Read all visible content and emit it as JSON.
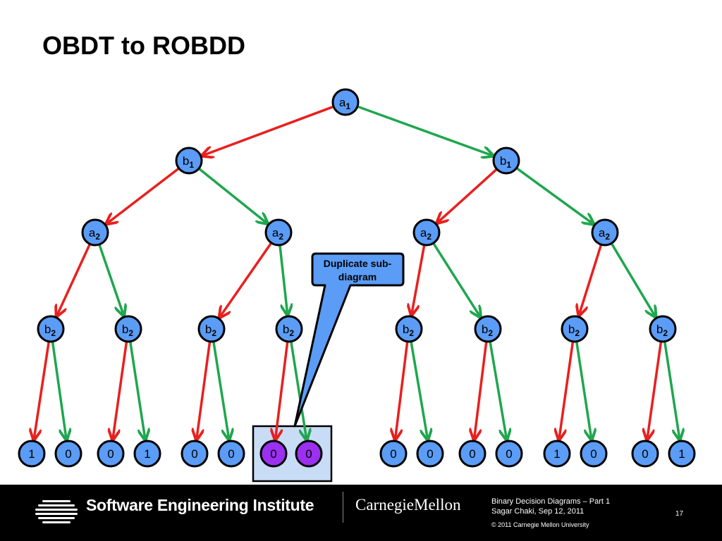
{
  "title": "OBDT to ROBDD",
  "colors": {
    "node_fill": "#5b9cf6",
    "duplicate_fill": "#9b30f0",
    "low_edge": "#e8201e",
    "high_edge": "#1fa64e",
    "callout_fill": "#5b9cf6",
    "highlight_fill": "#c9dcf6"
  },
  "tree": {
    "root": {
      "var": "a",
      "sub": "1"
    },
    "level1": [
      {
        "var": "b",
        "sub": "1"
      },
      {
        "var": "b",
        "sub": "1"
      }
    ],
    "level2": [
      {
        "var": "a",
        "sub": "2"
      },
      {
        "var": "a",
        "sub": "2"
      },
      {
        "var": "a",
        "sub": "2"
      },
      {
        "var": "a",
        "sub": "2"
      }
    ],
    "level3": [
      {
        "var": "b",
        "sub": "2"
      },
      {
        "var": "b",
        "sub": "2"
      },
      {
        "var": "b",
        "sub": "2"
      },
      {
        "var": "b",
        "sub": "2"
      },
      {
        "var": "b",
        "sub": "2"
      },
      {
        "var": "b",
        "sub": "2"
      },
      {
        "var": "b",
        "sub": "2"
      },
      {
        "var": "b",
        "sub": "2"
      }
    ],
    "leaves": [
      "1",
      "0",
      "0",
      "1",
      "0",
      "0",
      "0",
      "0",
      "0",
      "0",
      "0",
      "0",
      "1",
      "0",
      "0",
      "1"
    ],
    "duplicate_leaf_indices": [
      6,
      7
    ]
  },
  "callout": {
    "line1": "Duplicate sub-",
    "line2": "diagram"
  },
  "footer": {
    "sei": "Software Engineering Institute",
    "cmu": "CarnegieMellon",
    "deck_title": "Binary Decision Diagrams – Part 1",
    "author_date": "Sagar Chaki, Sep 12, 2011",
    "copyright": "© 2011 Carnegie Mellon University",
    "page": "17"
  }
}
